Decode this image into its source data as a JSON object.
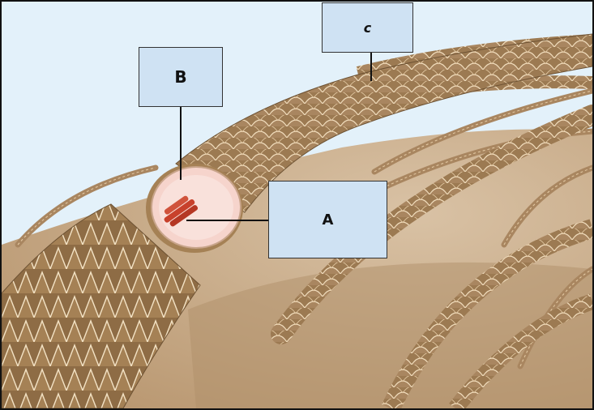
{
  "labels": {
    "a": "A",
    "b": "B",
    "c": "c"
  },
  "colors": {
    "background_sky": "#e3f1fa",
    "skin": "#c9ab8a",
    "hair": "#9c7a52",
    "hair_scale_outline": "#f0dcbc",
    "cross_section_cortex": "#f6d4cc",
    "medulla": "#c8412c",
    "label_box": "#cfe2f3"
  }
}
